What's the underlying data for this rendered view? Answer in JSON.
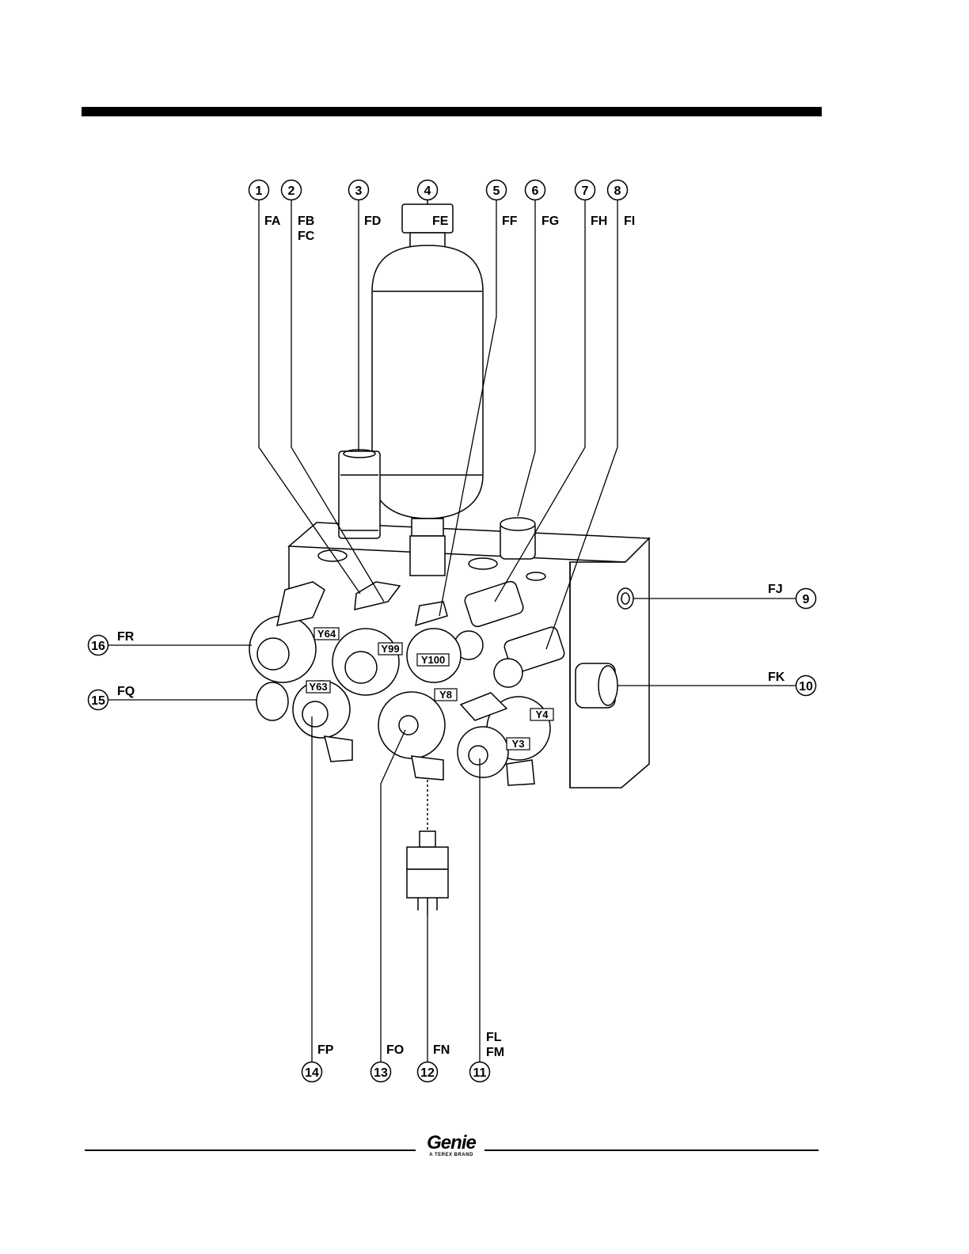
{
  "callouts": [
    {
      "num": "1",
      "codes": [
        "FA"
      ]
    },
    {
      "num": "2",
      "codes": [
        "FB",
        "FC"
      ]
    },
    {
      "num": "3",
      "codes": [
        "FD"
      ]
    },
    {
      "num": "4",
      "codes": [
        "FE"
      ]
    },
    {
      "num": "5",
      "codes": [
        "FF"
      ]
    },
    {
      "num": "6",
      "codes": [
        "FG"
      ]
    },
    {
      "num": "7",
      "codes": [
        "FH"
      ]
    },
    {
      "num": "8",
      "codes": [
        "FI"
      ]
    },
    {
      "num": "9",
      "codes": [
        "FJ"
      ]
    },
    {
      "num": "10",
      "codes": [
        "FK"
      ]
    },
    {
      "num": "11",
      "codes": [
        "FL",
        "FM"
      ]
    },
    {
      "num": "12",
      "codes": [
        "FN"
      ]
    },
    {
      "num": "13",
      "codes": [
        "FO"
      ]
    },
    {
      "num": "14",
      "codes": [
        "FP"
      ]
    },
    {
      "num": "15",
      "codes": [
        "FQ"
      ]
    },
    {
      "num": "16",
      "codes": [
        "FR"
      ]
    }
  ],
  "valve_tags": [
    "Y64",
    "Y99",
    "Y100",
    "Y63",
    "Y8",
    "Y4",
    "Y3"
  ],
  "logo": {
    "word": "Genie",
    "sub": "A TEREX BRAND"
  }
}
